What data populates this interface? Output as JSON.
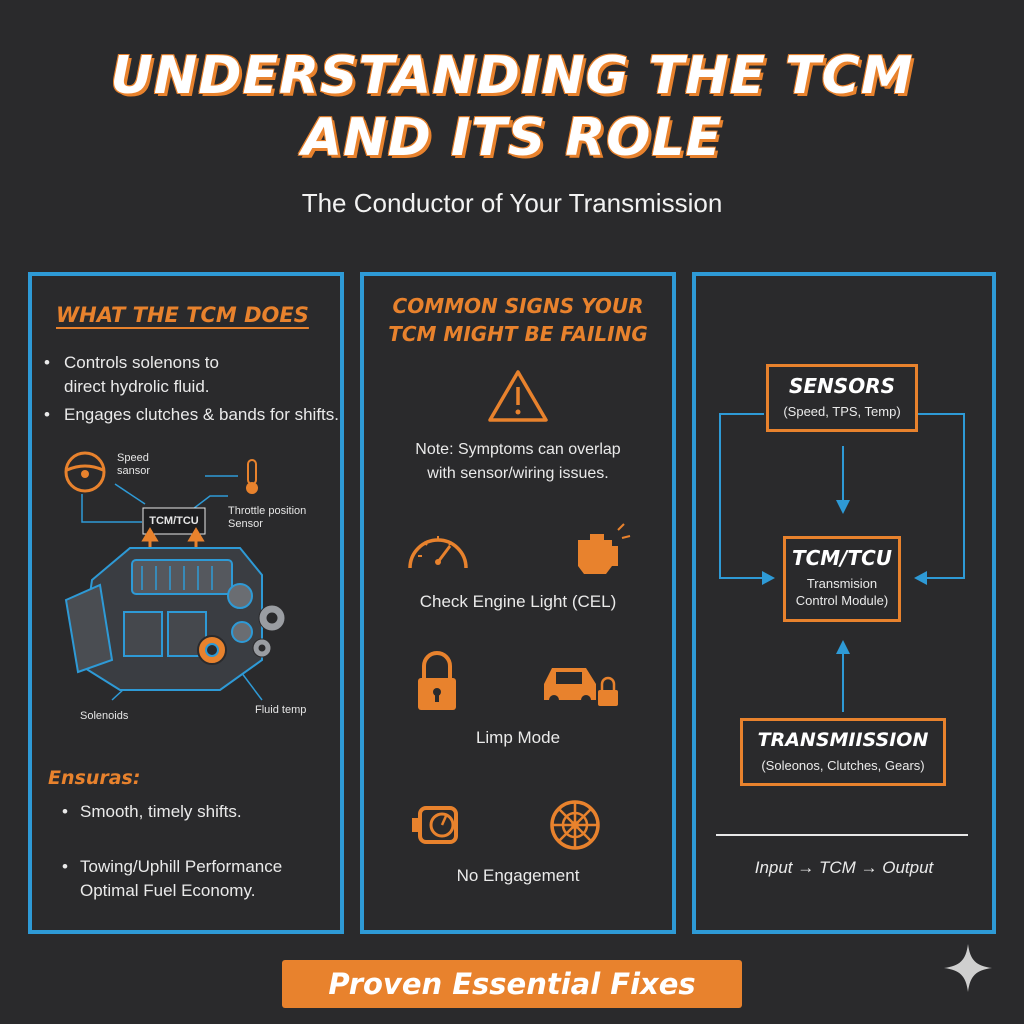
{
  "header": {
    "title_line1": "UNDERSTANDING THE TCM",
    "title_line2": "AND ITS ROLE",
    "subtitle": "The Conductor of Your Transmission"
  },
  "panel_what": {
    "heading": "WHAT THE TCM DOES",
    "bullets": [
      "Controls solenons to\ndirect hydrolic fluid.",
      "Engages clutches & bands for shifts."
    ],
    "diagram_labels": {
      "speed": "Speed\nsansor",
      "tcm": "TCM/TCU",
      "throttle": "Throttle position\nSensor",
      "solenoids": "Solenoids",
      "fluid": "Fluid temp"
    },
    "ensures_heading": "Ensuras:",
    "ensures_bullets": [
      "Smooth, timely shifts.",
      "Towing/Uphill Performance\nOptimal Fuel Economy."
    ]
  },
  "panel_signs": {
    "heading_line1": "COMMON SIGNS YOUR",
    "heading_line2": "TCM MIGHT BE FAILING",
    "note": "Note: Symptoms can overlap\nwith sensor/wiring issues.",
    "signs": [
      "Check Engine Light (CEL)",
      "Limp Mode",
      "No Engagement"
    ]
  },
  "panel_flow": {
    "sensors": {
      "title": "SENSORS",
      "sub": "(Speed, TPS, Temp)"
    },
    "tcm": {
      "title": "TCM/TCU",
      "sub": "Transmision\nControl Module)"
    },
    "transmission": {
      "title": "TRANSMIISSION",
      "sub": "(Soleonos, Clutches, Gears)"
    },
    "footer": "Input → TCM → Output"
  },
  "banner": "Proven Essential Fixes",
  "colors": {
    "accent": "#e8822d",
    "frame": "#2e9ad6",
    "background": "#2a2a2c"
  }
}
